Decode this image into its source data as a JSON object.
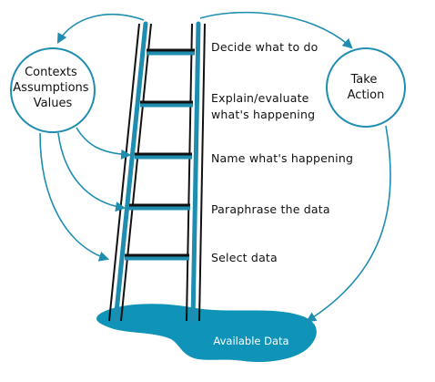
{
  "left_circle": {
    "lines": [
      "Contexts",
      "Assumptions",
      "Values"
    ]
  },
  "right_circle": {
    "lines": [
      "Take",
      "Action"
    ]
  },
  "rungs": [
    {
      "lines": [
        "Decide what to do"
      ]
    },
    {
      "lines": [
        "Explain/evaluate",
        "what's happening"
      ]
    },
    {
      "lines": [
        "Name what's happening"
      ]
    },
    {
      "lines": [
        "Paraphrase the data"
      ]
    },
    {
      "lines": [
        "Select data"
      ]
    }
  ],
  "pool": {
    "label": "Available Data"
  },
  "colors": {
    "accent": "#1e8db0",
    "pool": "#0f93b8",
    "ink": "#111111"
  }
}
